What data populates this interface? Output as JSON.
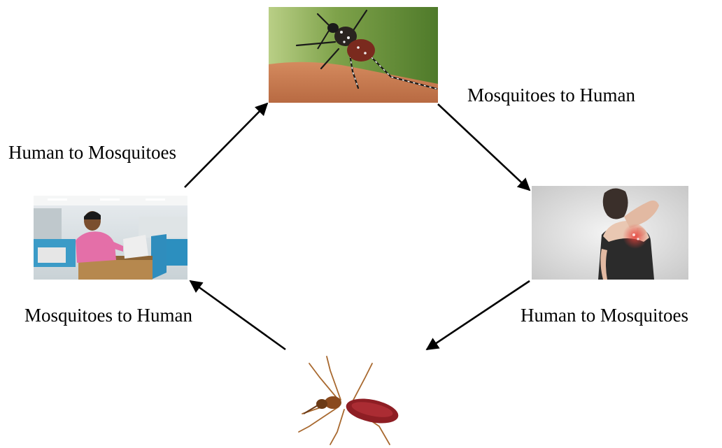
{
  "labels": {
    "top_right": "Mosquitoes to Human",
    "top_left": "Human to Mosquitoes",
    "bottom_left": "Mosquitoes to Human",
    "bottom_right": "Human to Mosquitoes"
  },
  "colors": {
    "arrow": "#000000",
    "text": "#000000",
    "background": "#ffffff"
  },
  "images": {
    "top": "aedes-mosquito-biting-skin",
    "right": "woman-scratching-shoulder",
    "bottom": "engorged-mosquito",
    "left": "man-at-office-desk"
  }
}
